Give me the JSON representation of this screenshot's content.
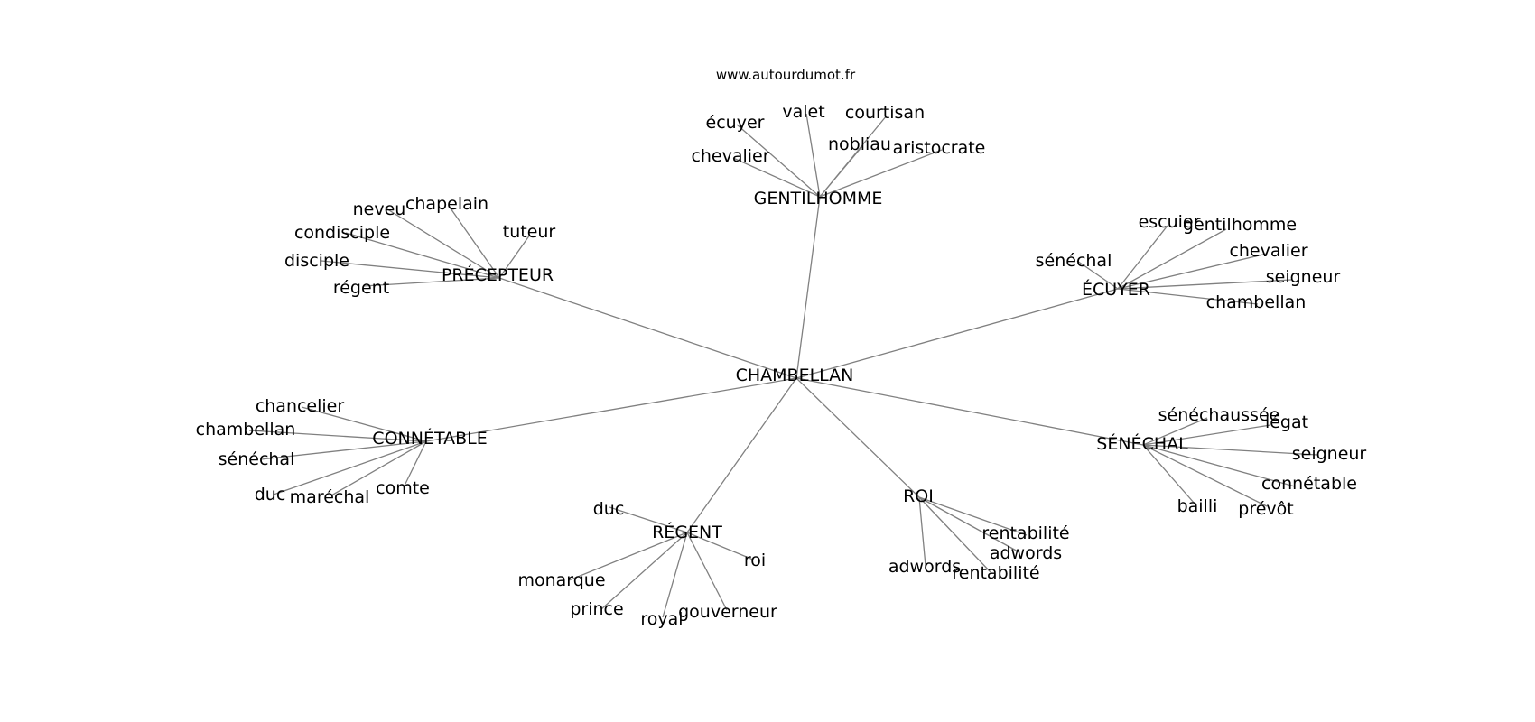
{
  "watermark": "www.autourdumot.fr",
  "center": "CHAMBELLAN",
  "hubs": [
    {
      "id": "gentilhomme",
      "label": "GENTILHOMME",
      "leaves": [
        "écuyer",
        "valet",
        "courtisan",
        "chevalier",
        "nobliau",
        "aristocrate"
      ]
    },
    {
      "id": "precepteur",
      "label": "PRÉCEPTEUR",
      "leaves": [
        "neveu",
        "chapelain",
        "condisciple",
        "tuteur",
        "disciple",
        "régent"
      ]
    },
    {
      "id": "ecuyer",
      "label": "ÉCUYER",
      "leaves": [
        "escuier",
        "gentilhomme",
        "sénéchal",
        "chevalier",
        "seigneur",
        "chambellan"
      ]
    },
    {
      "id": "connetable",
      "label": "CONNÉTABLE",
      "leaves": [
        "chancelier",
        "chambellan",
        "sénéchal",
        "duc",
        "maréchal",
        "comte"
      ]
    },
    {
      "id": "senechal",
      "label": "SÉNÉCHAL",
      "leaves": [
        "sénéchaussée",
        "légat",
        "seigneur",
        "connétable",
        "bailli",
        "prévôt"
      ]
    },
    {
      "id": "regent",
      "label": "RÉGENT",
      "leaves": [
        "duc",
        "roi",
        "monarque",
        "prince",
        "royal",
        "gouverneur"
      ]
    },
    {
      "id": "roi",
      "label": "ROI",
      "leaves": [
        "rentabilité",
        "adwords",
        "adwords",
        "rentabilité"
      ]
    }
  ]
}
